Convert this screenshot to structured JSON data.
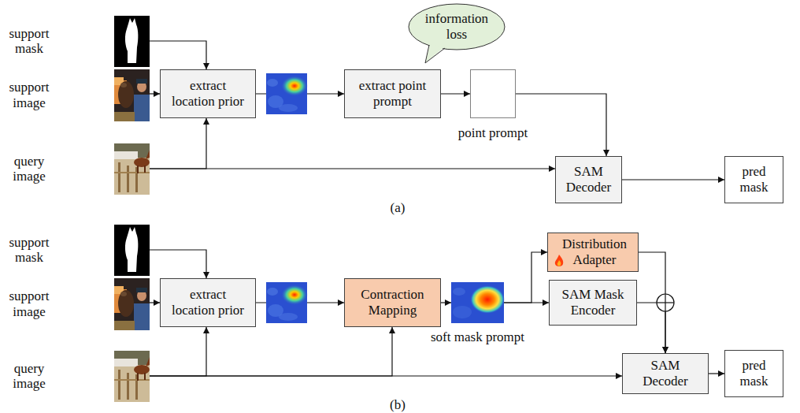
{
  "diagram": {
    "nodes": [
      {
        "text": [
          "support mask"
        ]
      },
      {
        "text": [
          "support image"
        ]
      },
      {
        "text": [
          "query image"
        ]
      },
      {
        "text": [
          "extract location prior"
        ]
      },
      {
        "text": [
          "extract point prompt"
        ]
      },
      {
        "text": [
          "information loss"
        ]
      },
      {
        "text": [
          "point prompt"
        ]
      },
      {
        "text": [
          "SAM Decoder"
        ]
      },
      {
        "text": [
          "pred mask"
        ]
      },
      {
        "text": [
          "support mask"
        ]
      },
      {
        "text": [
          "support image"
        ]
      },
      {
        "text": [
          "query image"
        ]
      },
      {
        "text": [
          "extract location prior"
        ]
      },
      {
        "text": [
          "Contraction Mapping"
        ]
      },
      {
        "text": [
          "soft mask prompt"
        ]
      },
      {
        "text": [
          "Distribution Adapter"
        ]
      },
      {
        "text": [
          "SAM Mask Encoder"
        ]
      },
      {
        "text": [
          "SAM Decoder"
        ]
      },
      {
        "text": [
          "pred mask"
        ]
      }
    ],
    "edges": [
      {
        "from": 0,
        "to": 3,
        "arrow": "to"
      },
      {
        "from": 1,
        "to": 3,
        "arrow": "to"
      },
      {
        "from": 2,
        "to": 3,
        "arrow": "to"
      },
      {
        "from": 2,
        "to": 7,
        "arrow": "to"
      },
      {
        "from": 3,
        "to": 4,
        "arrow": "to"
      },
      {
        "from": 4,
        "to": 6,
        "arrow": "to"
      },
      {
        "from": 6,
        "to": 7,
        "arrow": "to"
      },
      {
        "from": 7,
        "to": 8,
        "arrow": "to"
      },
      {
        "from": 9,
        "to": 12,
        "arrow": "to"
      },
      {
        "from": 10,
        "to": 12,
        "arrow": "to"
      },
      {
        "from": 11,
        "to": 12,
        "arrow": "to"
      },
      {
        "from": 11,
        "to": 13,
        "arrow": "to"
      },
      {
        "from": 11,
        "to": 17,
        "arrow": "to"
      },
      {
        "from": 12,
        "to": 13,
        "arrow": "to"
      },
      {
        "from": 13,
        "to": 14,
        "arrow": "to"
      },
      {
        "from": 14,
        "to": 15,
        "arrow": "to"
      },
      {
        "from": 14,
        "to": 16,
        "arrow": "to"
      },
      {
        "from": 15,
        "to": 17,
        "arrow": "to"
      },
      {
        "from": 16,
        "to": 17,
        "arrow": "to"
      },
      {
        "from": 17,
        "to": 18,
        "arrow": "to"
      }
    ],
    "labels": [
      "(a)",
      "(b)"
    ]
  }
}
